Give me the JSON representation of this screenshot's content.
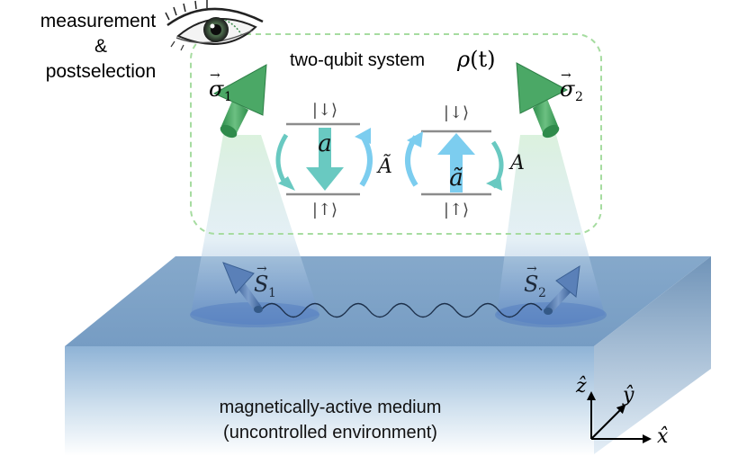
{
  "observer": {
    "line1": "measurement",
    "line2": "&",
    "line3": "postselection",
    "icon": "eye-icon"
  },
  "system_box": {
    "label": "two-qubit system",
    "rho": "ρ",
    "rho_arg": "(t)"
  },
  "qubits": [
    {
      "symbol": "σ",
      "subscript": "1",
      "vector_mark": "→",
      "color": "#3d9a57"
    },
    {
      "symbol": "σ",
      "subscript": "2",
      "vector_mark": "→",
      "color": "#3d9a57"
    }
  ],
  "levels": {
    "down": "|↓⟩",
    "up": "|↑⟩"
  },
  "rates": {
    "left_decay": "a",
    "left_pump": "Ã",
    "right_excite": "ã",
    "right_decay": "A"
  },
  "medium_spins": [
    {
      "symbol": "S",
      "subscript": "1",
      "vector_mark": "→"
    },
    {
      "symbol": "S",
      "subscript": "2",
      "vector_mark": "→"
    }
  ],
  "medium": {
    "line1": "magnetically-active medium",
    "line2": "(uncontrolled environment)"
  },
  "axes": {
    "z": "ẑ",
    "y": "ŷ",
    "x": "x̂"
  },
  "colors": {
    "arrow_cyan": "#7dd0e8",
    "arrow_teal": "#6cc7c0",
    "box_dash": "#9ed69a",
    "slab_top": "#7ea5c9",
    "slab_front": "#9fbfdc",
    "spin_blue": "#4a73a8"
  }
}
